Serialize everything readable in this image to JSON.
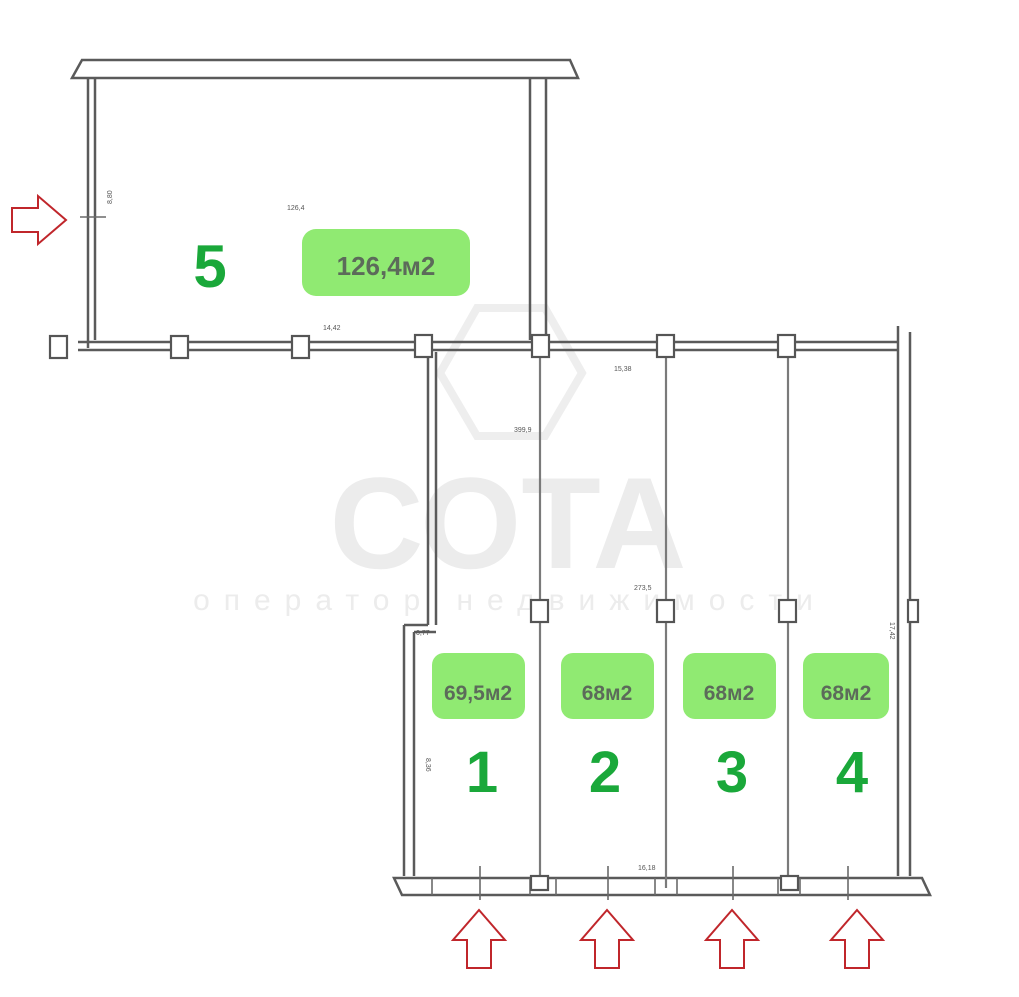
{
  "watermark": {
    "brand": "СОТА",
    "tagline": "оператор недвижимости"
  },
  "units": [
    {
      "id": "5",
      "number": "5",
      "area": "126,4м2"
    },
    {
      "id": "1",
      "number": "1",
      "area": "69,5м2"
    },
    {
      "id": "2",
      "number": "2",
      "area": "68м2"
    },
    {
      "id": "3",
      "number": "3",
      "area": "68м2"
    },
    {
      "id": "4",
      "number": "4",
      "area": "68м2"
    }
  ],
  "dimensions": {
    "upper_area": "126,4",
    "upper_width": "14,42",
    "upper_height": "8,80",
    "lower_top_width": "15,38",
    "area_total": "399,9",
    "area_lower": "273,5",
    "right_height": "17,42",
    "left_offset": "0,77",
    "left_height": "8,36",
    "bottom_width": "16,18"
  },
  "colors": {
    "badge": "#90ea72",
    "unit_number": "#1aa83a",
    "entrance_arrow": "#c0262b",
    "wall": "#5a5a5a"
  },
  "icons": {
    "entrance_left": "arrow-right-icon",
    "entrance_bottom": "arrow-up-icon"
  }
}
